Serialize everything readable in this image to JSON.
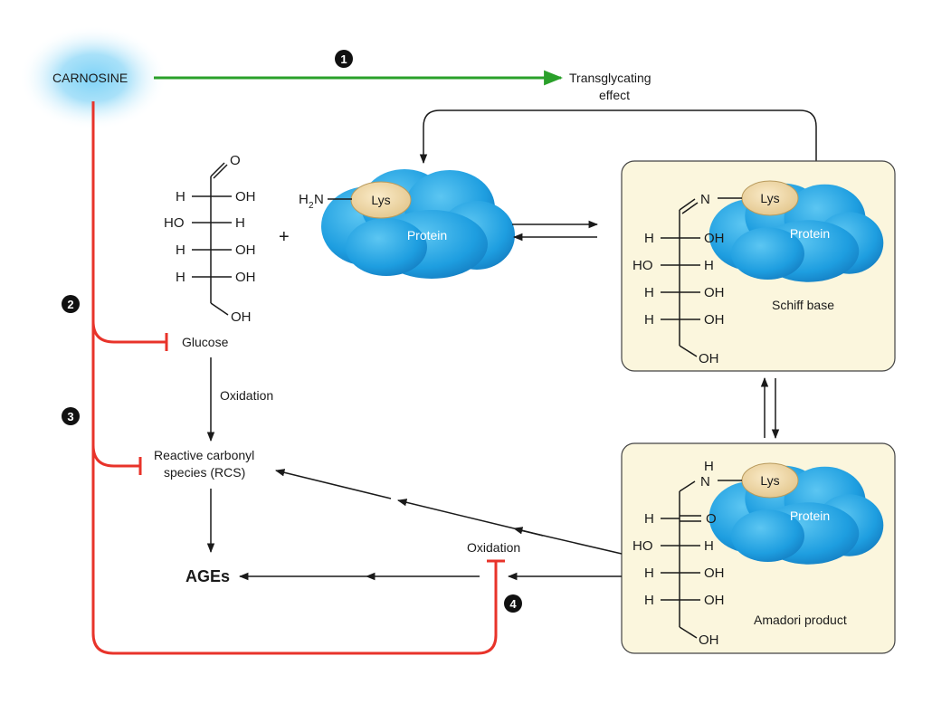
{
  "nodes": {
    "carnosine": "CARNOSINE",
    "transglycating_line1": "Transglycating",
    "transglycating_line2": "effect",
    "glucose": "Glucose",
    "oxidation_1": "Oxidation",
    "rcs_line1": "Reactive carbonyl",
    "rcs_line2": "species (RCS)",
    "ages": "AGEs",
    "oxidation_2": "Oxidation",
    "schiff_base": "Schiff base",
    "amadori_product": "Amadori product"
  },
  "badges": [
    "1",
    "2",
    "3",
    "4"
  ],
  "protein_labels": {
    "lys": "Lys",
    "protein": "Protein"
  },
  "chem": {
    "h": "H",
    "oh": "OH",
    "ho": "HO",
    "o": "O",
    "n": "N",
    "h2n_h": "H",
    "h2n_sub": "2",
    "h2n_n": "N",
    "plus": "+"
  },
  "colors": {
    "inhibit_red": "#e8332a",
    "activate_green": "#2aa02a",
    "protein_blue": "#2aa8e6",
    "lys_tan": "#f1dcae",
    "box_fill": "#fbf6dd",
    "carnosine_glow": "#8fd8f7"
  }
}
